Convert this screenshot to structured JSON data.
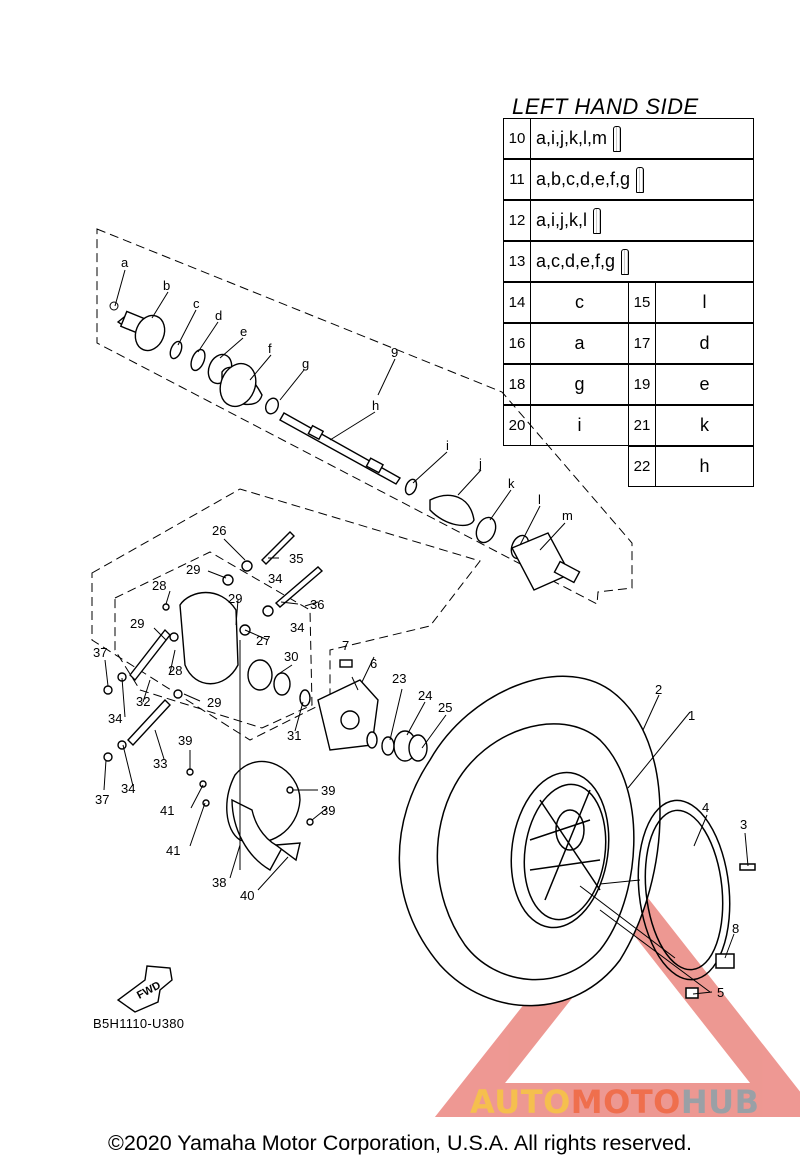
{
  "header": {
    "title": "LEFT HAND SIDE"
  },
  "table_wide": [
    {
      "num": "10",
      "value": "a,i,j,k,l,m"
    },
    {
      "num": "11",
      "value": "a,b,c,d,e,f,g"
    },
    {
      "num": "12",
      "value": "a,i,j,k,l"
    },
    {
      "num": "13",
      "value": "a,c,d,e,f,g"
    }
  ],
  "table_pairs": [
    {
      "num": "14",
      "value": "c"
    },
    {
      "num": "15",
      "value": "l"
    },
    {
      "num": "16",
      "value": "a"
    },
    {
      "num": "17",
      "value": "d"
    },
    {
      "num": "18",
      "value": "g"
    },
    {
      "num": "19",
      "value": "e"
    },
    {
      "num": "20",
      "value": "i"
    },
    {
      "num": "21",
      "value": "k"
    },
    {
      "num": "22",
      "value": "h"
    }
  ],
  "callouts": {
    "a": "a",
    "b": "b",
    "c": "c",
    "d": "d",
    "e": "e",
    "f": "f",
    "g": "g",
    "h": "h",
    "i": "i",
    "j": "j",
    "k": "k",
    "l": "l",
    "m": "m",
    "n1": "1",
    "n2": "2",
    "n3": "3",
    "n4": "4",
    "n5": "5",
    "n6": "6",
    "n7": "7",
    "n8": "8",
    "n9": "9",
    "n23": "23",
    "n24": "24",
    "n25": "25",
    "n26": "26",
    "n27": "27",
    "n28a": "28",
    "n28b": "28",
    "n29a": "29",
    "n29b": "29",
    "n29c": "29",
    "n29d": "29",
    "n30": "30",
    "n31": "31",
    "n32": "32",
    "n33": "33",
    "n34a": "34",
    "n34b": "34",
    "n34c": "34",
    "n34d": "34",
    "n35": "35",
    "n36": "36",
    "n37a": "37",
    "n37b": "37",
    "n38": "38",
    "n39a": "39",
    "n39b": "39",
    "n39c": "39",
    "n40": "40",
    "n41a": "41",
    "n41b": "41"
  },
  "fwd_label": "FWD",
  "diagram_code": "B5H1110-U380",
  "copyright": "©2020 Yamaha Motor Corporation, U.S.A. All rights reserved.",
  "watermark": {
    "part1": "AUTO",
    "part2": "MOTO",
    "part3": "HUB"
  },
  "colors": {
    "watermark_red": "#e0443a",
    "watermark_yellow": "#f5bf4e",
    "watermark_orange": "#ef6f4d",
    "watermark_grey": "#9aa0a6"
  }
}
